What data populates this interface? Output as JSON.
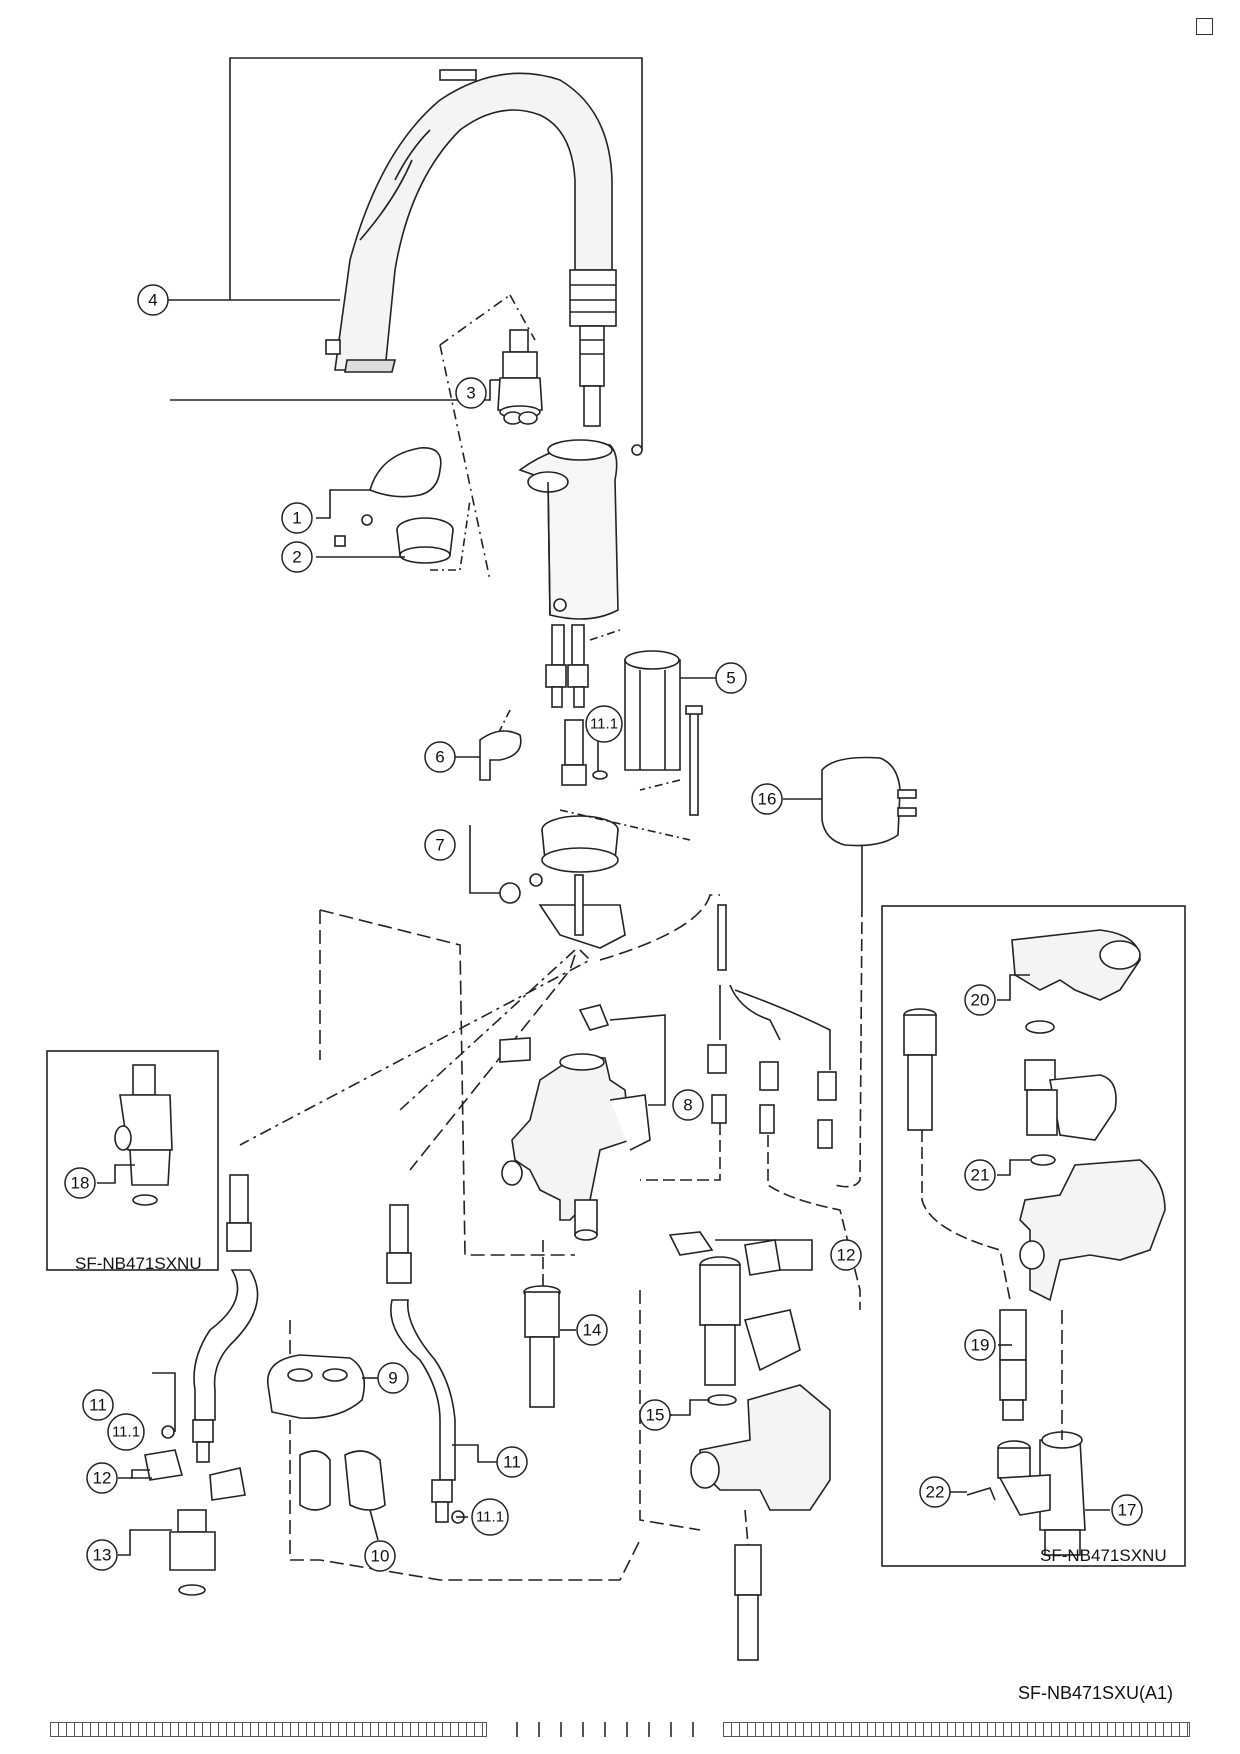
{
  "callouts": [
    {
      "id": "c1",
      "label": "1"
    },
    {
      "id": "c2",
      "label": "2"
    },
    {
      "id": "c3",
      "label": "3"
    },
    {
      "id": "c4",
      "label": "4"
    },
    {
      "id": "c5",
      "label": "5"
    },
    {
      "id": "c6",
      "label": "6"
    },
    {
      "id": "c7",
      "label": "7"
    },
    {
      "id": "c8",
      "label": "8"
    },
    {
      "id": "c9",
      "label": "9"
    },
    {
      "id": "c10",
      "label": "10"
    },
    {
      "id": "c11a",
      "label": "11"
    },
    {
      "id": "c11b",
      "label": "11"
    },
    {
      "id": "c111a",
      "label": "11.1"
    },
    {
      "id": "c111b",
      "label": "11.1"
    },
    {
      "id": "c111c",
      "label": "11.1"
    },
    {
      "id": "c12a",
      "label": "12"
    },
    {
      "id": "c12b",
      "label": "12"
    },
    {
      "id": "c13",
      "label": "13"
    },
    {
      "id": "c14",
      "label": "14"
    },
    {
      "id": "c15",
      "label": "15"
    },
    {
      "id": "c16",
      "label": "16"
    },
    {
      "id": "c17",
      "label": "17"
    },
    {
      "id": "c18",
      "label": "18"
    },
    {
      "id": "c19",
      "label": "19"
    },
    {
      "id": "c20",
      "label": "20"
    },
    {
      "id": "c21",
      "label": "21"
    },
    {
      "id": "c22",
      "label": "22"
    }
  ],
  "inset_left_label": "SF-NB471SXNU",
  "inset_right_label": "SF-NB471SXNU",
  "model_code": "SF-NB471SXU(A1)"
}
